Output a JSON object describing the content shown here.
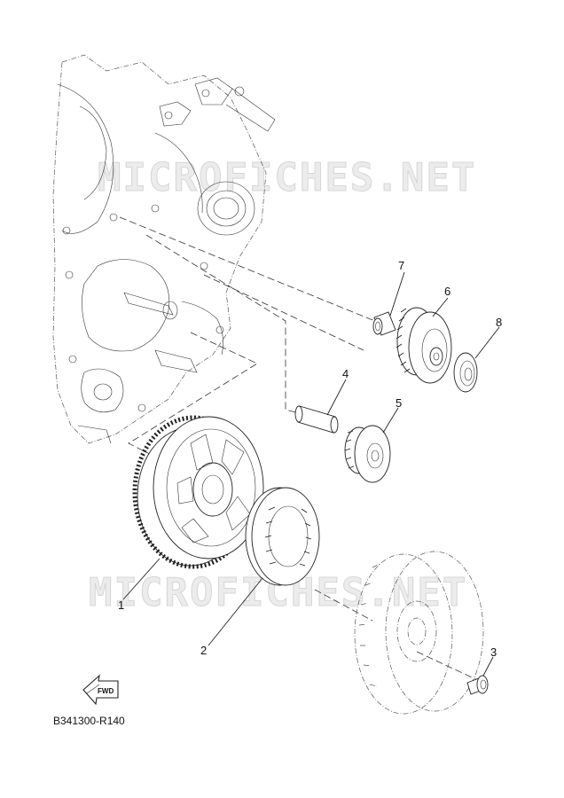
{
  "watermarks": [
    "MICROFICHES.NET",
    "MICROFICHES.NET"
  ],
  "callouts": [
    {
      "id": "1",
      "label": "1"
    },
    {
      "id": "2",
      "label": "2"
    },
    {
      "id": "3",
      "label": "3"
    },
    {
      "id": "4",
      "label": "4"
    },
    {
      "id": "5",
      "label": "5"
    },
    {
      "id": "6",
      "label": "6"
    },
    {
      "id": "7",
      "label": "7"
    },
    {
      "id": "8",
      "label": "8"
    }
  ],
  "fwd_label": "FWD",
  "diagram_code": "B341300-R140"
}
